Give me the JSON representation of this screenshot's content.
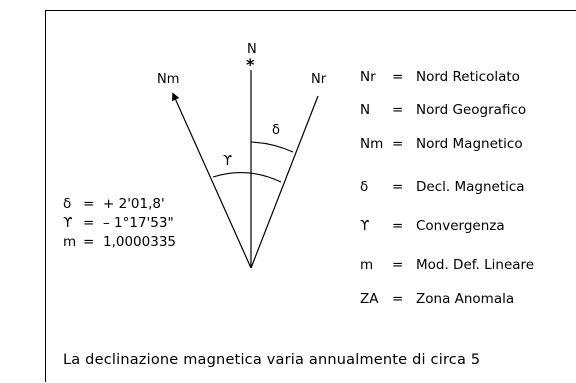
{
  "diagram": {
    "labels": {
      "N": "N",
      "Nm": "Nm",
      "Nr": "Nr",
      "delta": "δ",
      "gamma": "ϒ"
    },
    "star": "*"
  },
  "values": [
    {
      "symbol": "δ",
      "eq": "=",
      "value": "+ 2'01,8'"
    },
    {
      "symbol": "ϒ",
      "eq": "=",
      "value": "– 1°17'53\""
    },
    {
      "symbol": "m",
      "eq": "=",
      "value": "1,0000335"
    }
  ],
  "legend": [
    {
      "symbol": "Nr",
      "eq": "=",
      "text": "Nord  Reticolato"
    },
    {
      "symbol": "N",
      "eq": "=",
      "text": "Nord  Geografico"
    },
    {
      "symbol": "Nm",
      "eq": "=",
      "text": "Nord  Magnetico"
    },
    {
      "symbol": "δ",
      "eq": "=",
      "text": "Decl.  Magnetica"
    },
    {
      "symbol": "ϒ",
      "eq": "=",
      "text": "Convergenza"
    },
    {
      "symbol": "m",
      "eq": "=",
      "text": "Mod.  Def.  Lineare"
    },
    {
      "symbol": "ZA",
      "eq": "=",
      "text": "Zona  Anomala"
    }
  ],
  "footer": "La  declinazione  magnetica  varia  annualmente  di  circa  5"
}
